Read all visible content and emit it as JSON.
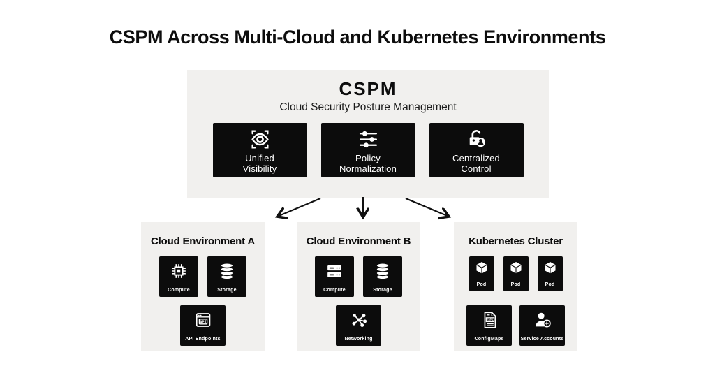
{
  "title": "CSPM Across Multi-Cloud and Kubernetes Environments",
  "cspm": {
    "heading": "CSPM",
    "subtitle": "Cloud Security Posture Management",
    "capabilities": [
      {
        "line1": "Unified",
        "line2": "Visibility",
        "icon": "eye-scan-icon"
      },
      {
        "line1": "Policy",
        "line2": "Normalization",
        "icon": "sliders-icon"
      },
      {
        "line1": "Centralized",
        "line2": "Control",
        "icon": "lock-user-icon"
      }
    ]
  },
  "environments": [
    {
      "title": "Cloud Environment A",
      "tiles": [
        {
          "label": "Compute",
          "icon": "chip-icon"
        },
        {
          "label": "Storage",
          "icon": "database-icon"
        },
        {
          "label": "API Endpoints",
          "icon": "api-window-icon",
          "icon_text": "API"
        }
      ]
    },
    {
      "title": "Cloud Environment B",
      "tiles": [
        {
          "label": "Compute",
          "icon": "server-icon"
        },
        {
          "label": "Storage",
          "icon": "database-icon"
        },
        {
          "label": "Networking",
          "icon": "network-icon"
        }
      ]
    },
    {
      "title": "Kubernetes Cluster",
      "tiles": [
        {
          "label": "Pod",
          "icon": "cube-icon"
        },
        {
          "label": "Pod",
          "icon": "cube-icon"
        },
        {
          "label": "Pod",
          "icon": "cube-icon"
        },
        {
          "label": "ConfigMaps",
          "icon": "yaml-file-icon",
          "icon_text": "YAML"
        },
        {
          "label": "Service Accounts",
          "icon": "user-plus-icon"
        }
      ]
    }
  ],
  "colors": {
    "background": "#ffffff",
    "panel_bg": "#f1f0ee",
    "tile_bg": "#0c0c0c",
    "tile_text": "#ffffff",
    "text": "#0d0d0d"
  }
}
